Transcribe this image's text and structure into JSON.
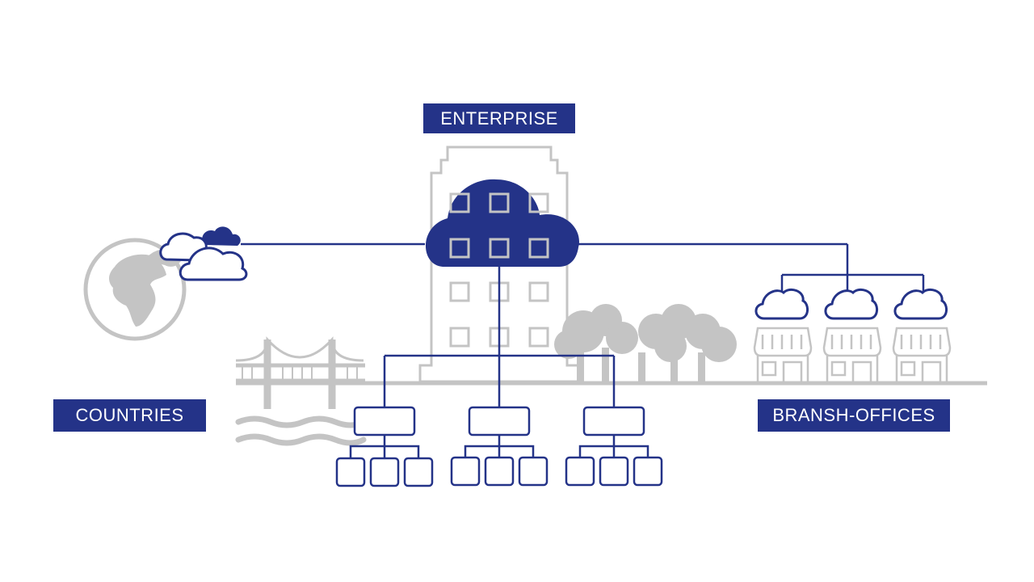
{
  "labels": {
    "enterprise": "ENTERPRISE",
    "countries": "COUNTRIES",
    "branch_offices": "BRANSH-OFFICES"
  },
  "colors": {
    "accent": "#243388",
    "gray": "#c4c4c4",
    "background": "#ffffff",
    "label_text": "#ffffff"
  },
  "icons": [
    "globe-icon",
    "bridge-icon",
    "water-icon",
    "trees-icon",
    "building-icon",
    "shop-icon",
    "cloud-icon"
  ]
}
